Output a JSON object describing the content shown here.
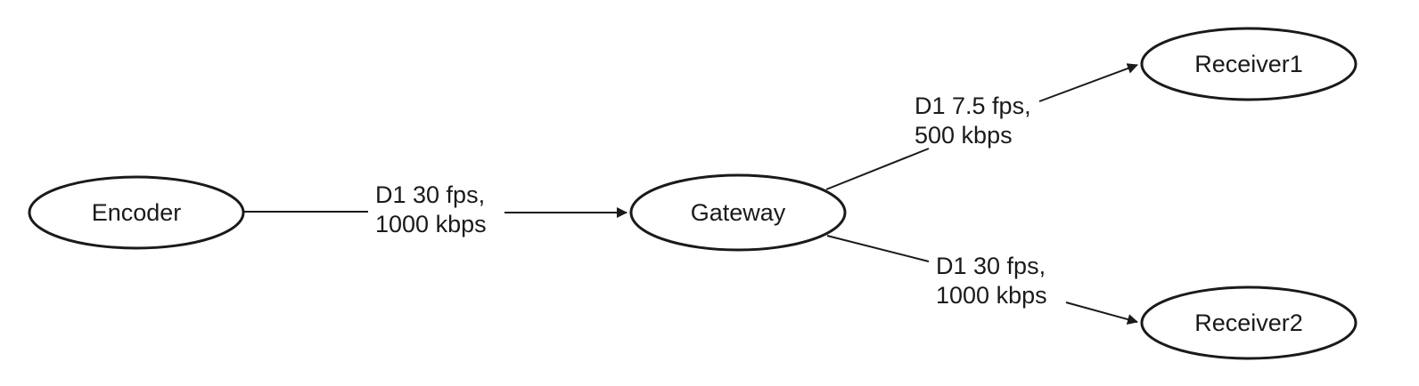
{
  "diagram": {
    "nodes": {
      "encoder": {
        "label": "Encoder"
      },
      "gateway": {
        "label": "Gateway"
      },
      "receiver1": {
        "label": "Receiver1"
      },
      "receiver2": {
        "label": "Receiver2"
      }
    },
    "edges": {
      "encoder_gateway": {
        "line1": "D1 30 fps,",
        "line2": "1000 kbps"
      },
      "gateway_receiver1": {
        "line1": "D1 7.5 fps,",
        "line2": "500 kbps"
      },
      "gateway_receiver2": {
        "line1": "D1 30 fps,",
        "line2": "1000 kbps"
      }
    }
  }
}
